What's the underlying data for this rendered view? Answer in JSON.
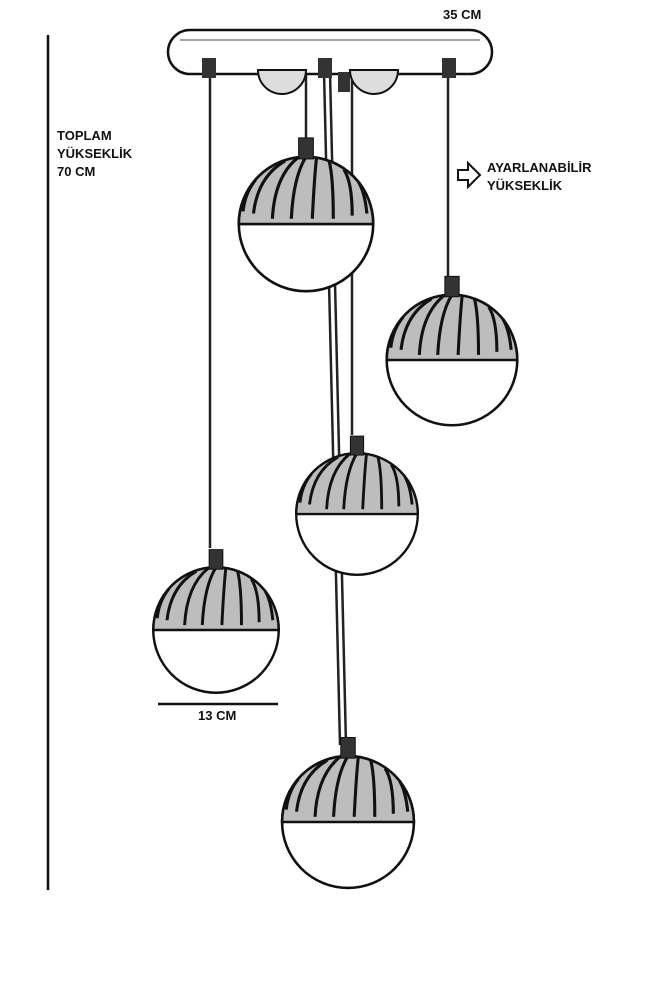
{
  "dimensions": {
    "canopy_width": "35 CM",
    "total_height_label_1": "TOPLAM",
    "total_height_label_2": "YÜKSEKLİK",
    "total_height_value": "70 CM",
    "adjustable_label_1": "AYARLANABİLİR",
    "adjustable_label_2": "YÜKSEKLİK",
    "globe_diameter": "13 CM"
  },
  "icons": {
    "adjustable": "arrow-right-outline-icon"
  },
  "colors": {
    "line": "#1a1a1a",
    "background": "#ffffff"
  }
}
